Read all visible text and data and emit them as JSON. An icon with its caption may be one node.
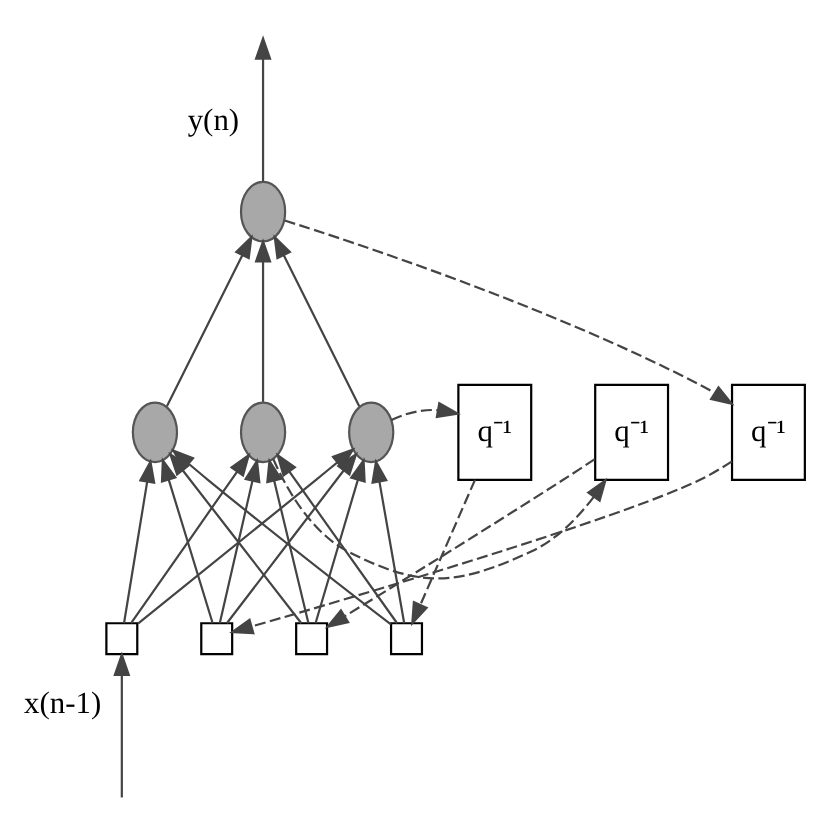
{
  "diagram": {
    "nodes": [
      {
        "text": [],
        "shape": "circle"
      },
      {
        "text": [],
        "shape": "circle"
      },
      {
        "text": [],
        "shape": "circle"
      },
      {
        "text": [],
        "shape": "circle"
      },
      {
        "text": [],
        "shape": "box"
      },
      {
        "text": [],
        "shape": "box"
      },
      {
        "text": [],
        "shape": "box"
      },
      {
        "text": [],
        "shape": "box"
      },
      {
        "text": [
          "q⁻¹"
        ]
      },
      {
        "text": [
          "q⁻¹"
        ]
      },
      {
        "text": [
          "q⁻¹"
        ]
      }
    ],
    "edges": [
      {
        "from": 0,
        "to": null,
        "arrow": "to",
        "label": "y(n)"
      },
      {
        "from": 1,
        "to": 0,
        "arrow": "to"
      },
      {
        "from": 2,
        "to": 0,
        "arrow": "to"
      },
      {
        "from": 3,
        "to": 0,
        "arrow": "to"
      },
      {
        "from": 4,
        "to": 1,
        "arrow": "to"
      },
      {
        "from": 4,
        "to": 2,
        "arrow": "to"
      },
      {
        "from": 4,
        "to": 3,
        "arrow": "to"
      },
      {
        "from": 5,
        "to": 1,
        "arrow": "to"
      },
      {
        "from": 5,
        "to": 2,
        "arrow": "to"
      },
      {
        "from": 5,
        "to": 3,
        "arrow": "to"
      },
      {
        "from": 6,
        "to": 1,
        "arrow": "to"
      },
      {
        "from": 6,
        "to": 2,
        "arrow": "to"
      },
      {
        "from": 6,
        "to": 3,
        "arrow": "to"
      },
      {
        "from": 7,
        "to": 1,
        "arrow": "to"
      },
      {
        "from": 7,
        "to": 2,
        "arrow": "to"
      },
      {
        "from": 7,
        "to": 3,
        "arrow": "to"
      },
      {
        "from": 3,
        "to": 8,
        "arrow": "to",
        "style": "dashed"
      },
      {
        "from": 8,
        "to": 7,
        "arrow": "to",
        "style": "dashed"
      },
      {
        "from": 2,
        "to": 9,
        "arrow": "to",
        "style": "dashed"
      },
      {
        "from": 9,
        "to": 6,
        "arrow": "to",
        "style": "dashed"
      },
      {
        "from": 0,
        "to": 10,
        "arrow": "to",
        "style": "dashed"
      },
      {
        "from": 10,
        "to": 5,
        "arrow": "to",
        "style": "dashed"
      },
      {
        "from": null,
        "to": 4,
        "arrow": "to",
        "label": "x(n-1)"
      }
    ]
  }
}
